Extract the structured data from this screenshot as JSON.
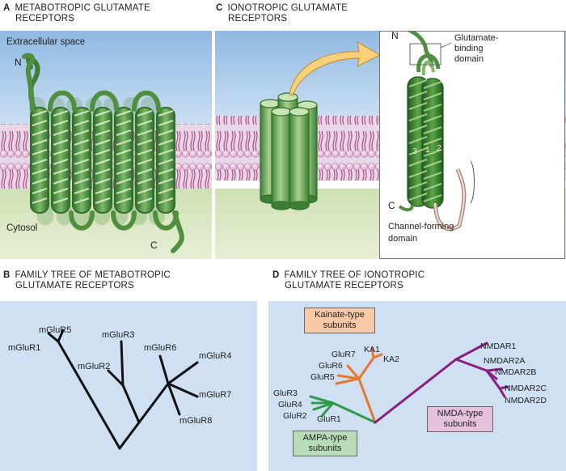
{
  "panel_a": {
    "letter": "A",
    "title_line1": "METABOTROPIC GLUTAMATE",
    "title_line2": "RECEPTORS",
    "extracellular": "Extracellular space",
    "cytosol": "Cytosol",
    "n_term": "N",
    "c_term": "C"
  },
  "panel_c": {
    "letter": "C",
    "title_line1": "IONOTROPIC GLUTAMATE",
    "title_line2": "RECEPTORS",
    "n_term": "N",
    "c_term": "C",
    "glutamate_line1": "Glutamate-",
    "glutamate_line2": "binding",
    "glutamate_line3": "domain",
    "channel_line1": "Channel-forming",
    "channel_line2": "domain",
    "helix_1": "1",
    "helix_2": "2",
    "helix_3": "3"
  },
  "panel_b": {
    "letter": "B",
    "title_line1": "FAMILY TREE OF METABOTROPIC",
    "title_line2": "GLUTAMATE RECEPTORS",
    "leaves": [
      "mGluR5",
      "mGluR1",
      "mGluR3",
      "mGluR2",
      "mGluR6",
      "mGluR4",
      "mGluR7",
      "mGluR8"
    ]
  },
  "panel_d": {
    "letter": "D",
    "title_line1": "FAMILY TREE OF IONOTROPIC",
    "title_line2": "GLUTAMATE RECEPTORS",
    "kainate_line1": "Kainate-type",
    "kainate_line2": "subunits",
    "ampa_line1": "AMPA-type",
    "ampa_line2": "subunits",
    "nmda_line1": "NMDA-type",
    "nmda_line2": "subunits",
    "kainate_leaves": [
      "GluR7",
      "GluR6",
      "GluR5",
      "KA1",
      "KA2"
    ],
    "ampa_leaves": [
      "GluR3",
      "GluR4",
      "GluR2",
      "GluR1"
    ],
    "nmda_leaves": [
      "NMDAR1",
      "NMDAR2A",
      "NMDAR2B",
      "NMDAR2C",
      "NMDAR2D"
    ],
    "colors": {
      "kainate": "#e8772e",
      "ampa": "#2e9a4a",
      "nmda": "#8a1f7e"
    }
  }
}
